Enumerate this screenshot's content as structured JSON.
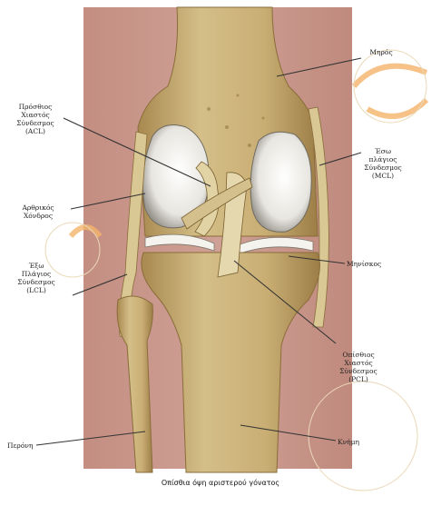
{
  "diagram": {
    "labels": {
      "femur": [
        "Μηρός"
      ],
      "acl": [
        "Πρόσθιος",
        "Χιαστός",
        "Σύνδεσμος",
        "(ACL)"
      ],
      "mcl": [
        "Έσω",
        "πλάγιος",
        "Σύνδεσμος",
        "(MCL)"
      ],
      "cartilage": [
        "Αρθρικός",
        "Χόνδρος"
      ],
      "meniscus": [
        "Μηνίσκος"
      ],
      "lcl": [
        "Έξω",
        "Πλάγιος",
        "Σύνδεσμος",
        "(LCL)"
      ],
      "pcl": [
        "Οπίσθιος",
        "Χιαστός",
        "Σύνδεσμος",
        "(PCL)"
      ],
      "fibula": [
        "Περόνη"
      ],
      "tibia": [
        "Κνήμη"
      ]
    },
    "caption": "Οπίσθια όψη αριστερού γόνατος",
    "colors": {
      "skin": "#c9968a",
      "bone": "#c8b27c",
      "bone_dark": "#9a7f48",
      "cartilage": "#f2f2ee",
      "ligament": "#d8c89a",
      "leader": "#333333",
      "orange_accent": "#f4b46a"
    }
  }
}
